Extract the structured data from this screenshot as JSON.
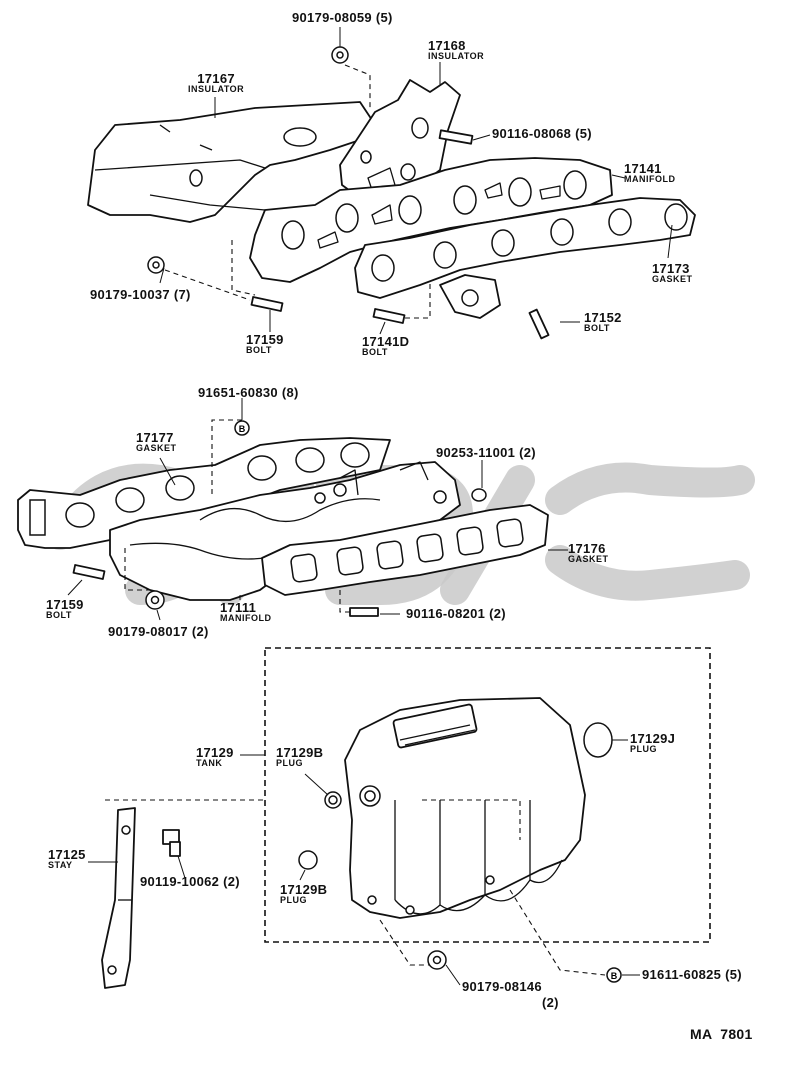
{
  "diagram": {
    "code": "MA  7801",
    "watermark_text": "",
    "callouts": {
      "nut_17168": {
        "number": "90179-08059 (5)"
      },
      "insulator_17168": {
        "number": "17168",
        "name": "INSULATOR"
      },
      "insulator_17167": {
        "number": "17167",
        "name": "INSULATOR"
      },
      "stud_90116_08068": {
        "number": "90116-08068 (5)"
      },
      "manifold_17141": {
        "number": "17141",
        "name": "MANIFOLD"
      },
      "gasket_17173": {
        "number": "17173",
        "name": "GASKET"
      },
      "nut_90179_10037": {
        "number": "90179-10037 (7)"
      },
      "bolt_17159_a": {
        "number": "17159",
        "name": "BOLT"
      },
      "bolt_17141d": {
        "number": "17141D",
        "name": "BOLT"
      },
      "bolt_17152": {
        "number": "17152",
        "name": "BOLT"
      },
      "bolt_91651": {
        "number": "91651-60830 (8)"
      },
      "gasket_17177": {
        "number": "17177",
        "name": "GASKET"
      },
      "plug_90253": {
        "number": "90253-11001 (2)"
      },
      "gasket_17176": {
        "number": "17176",
        "name": "GASKET"
      },
      "bolt_17159_b": {
        "number": "17159",
        "name": "BOLT"
      },
      "nut_90179_08017": {
        "number": "90179-08017 (2)"
      },
      "manifold_17111": {
        "number": "17111",
        "name": "MANIFOLD"
      },
      "stud_90116_08201": {
        "number": "90116-08201 (2)"
      },
      "tank_17129": {
        "number": "17129",
        "name": "TANK"
      },
      "plug_17129b_top": {
        "number": "17129B",
        "name": "PLUG"
      },
      "plug_17129j": {
        "number": "17129J",
        "name": "PLUG"
      },
      "plug_17129b_bottom": {
        "number": "17129B",
        "name": "PLUG"
      },
      "stay_17125": {
        "number": "17125",
        "name": "STAY"
      },
      "bolt_90119": {
        "number": "90119-10062 (2)"
      },
      "nut_90179_08146": {
        "number": "90179-08146",
        "qty": "(2)"
      },
      "bolt_91611": {
        "number": "91611-60825 (5)"
      }
    }
  }
}
